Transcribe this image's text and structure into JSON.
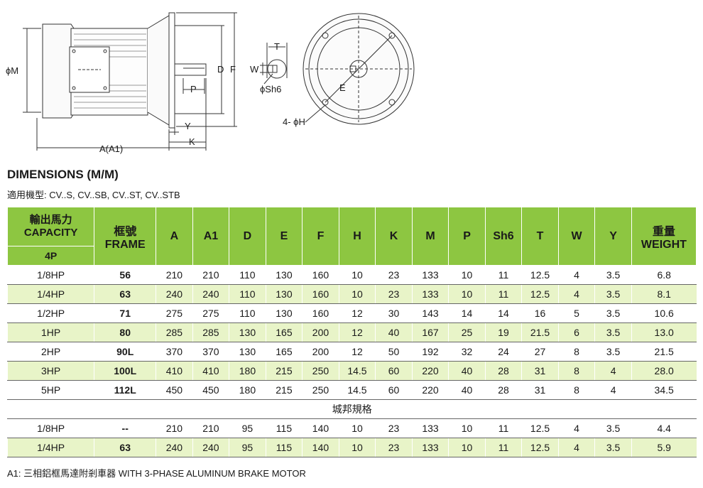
{
  "drawing_labels": {
    "phi_m": "ϕM",
    "a_a1": "A(A1)",
    "y": "Y",
    "k": "K",
    "p": "P",
    "d": "D",
    "f": "F",
    "t": "T",
    "w": "W",
    "phi_sh6": "ϕSh6",
    "e": "E",
    "four_phi_h": "4- ϕH"
  },
  "title": "DIMENSIONS (M/M)",
  "subtitle": "適用機型: CV..S, CV..SB, CV..ST, CV..STB",
  "header": {
    "capacity_zh": "輸出馬力",
    "capacity_en": "CAPACITY",
    "capacity_sub": "4P",
    "frame_zh": "框號",
    "frame_en": "FRAME",
    "cols": [
      "A",
      "A1",
      "D",
      "E",
      "F",
      "H",
      "K",
      "M",
      "P",
      "Sh6",
      "T",
      "W",
      "Y"
    ],
    "weight_zh": "重量",
    "weight_en": "WEIGHT"
  },
  "rows": [
    [
      "1/8HP",
      "56",
      "210",
      "210",
      "110",
      "130",
      "160",
      "10",
      "23",
      "133",
      "10",
      "11",
      "12.5",
      "4",
      "3.5",
      "6.8"
    ],
    [
      "1/4HP",
      "63",
      "240",
      "240",
      "110",
      "130",
      "160",
      "10",
      "23",
      "133",
      "10",
      "11",
      "12.5",
      "4",
      "3.5",
      "8.1"
    ],
    [
      "1/2HP",
      "71",
      "275",
      "275",
      "110",
      "130",
      "160",
      "12",
      "30",
      "143",
      "14",
      "14",
      "16",
      "5",
      "3.5",
      "10.6"
    ],
    [
      "1HP",
      "80",
      "285",
      "285",
      "130",
      "165",
      "200",
      "12",
      "40",
      "167",
      "25",
      "19",
      "21.5",
      "6",
      "3.5",
      "13.0"
    ],
    [
      "2HP",
      "90L",
      "370",
      "370",
      "130",
      "165",
      "200",
      "12",
      "50",
      "192",
      "32",
      "24",
      "27",
      "8",
      "3.5",
      "21.5"
    ],
    [
      "3HP",
      "100L",
      "410",
      "410",
      "180",
      "215",
      "250",
      "14.5",
      "60",
      "220",
      "40",
      "28",
      "31",
      "8",
      "4",
      "28.0"
    ],
    [
      "5HP",
      "112L",
      "450",
      "450",
      "180",
      "215",
      "250",
      "14.5",
      "60",
      "220",
      "40",
      "28",
      "31",
      "8",
      "4",
      "34.5"
    ]
  ],
  "section_label": "城邦規格",
  "rows2": [
    [
      "1/8HP",
      "--",
      "210",
      "210",
      "95",
      "115",
      "140",
      "10",
      "23",
      "133",
      "10",
      "11",
      "12.5",
      "4",
      "3.5",
      "4.4"
    ],
    [
      "1/4HP",
      "63",
      "240",
      "240",
      "95",
      "115",
      "140",
      "10",
      "23",
      "133",
      "10",
      "11",
      "12.5",
      "4",
      "3.5",
      "5.9"
    ]
  ],
  "footnote": "A1: 三相鋁框馬達附剎車器 WITH 3-PHASE ALUMINUM BRAKE MOTOR",
  "colors": {
    "header_green": "#8dc641",
    "alt_row": "#e8f4c8"
  }
}
